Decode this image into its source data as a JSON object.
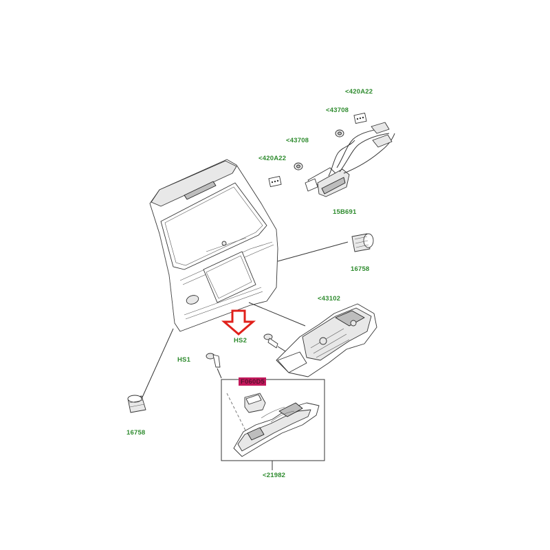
{
  "labels": {
    "connector_clip_right": "<420A22",
    "grommet_right": "<43708",
    "grommet_left": "<43708",
    "connector_clip_left": "<420A22",
    "camera_harness": "15B691",
    "bump_stop_right": "16758",
    "latch_actuator": "<43102",
    "screw_hs2": "HS2",
    "screw_hs1": "HS1",
    "highlighted_part": "F060D5",
    "bump_stop_left": "16758",
    "handle_assembly": "<21982"
  },
  "colors": {
    "label_text": "#2e8b2e",
    "arrow": "#e0201b",
    "highlight_box": "#c2185b",
    "line_art": "#333333"
  }
}
